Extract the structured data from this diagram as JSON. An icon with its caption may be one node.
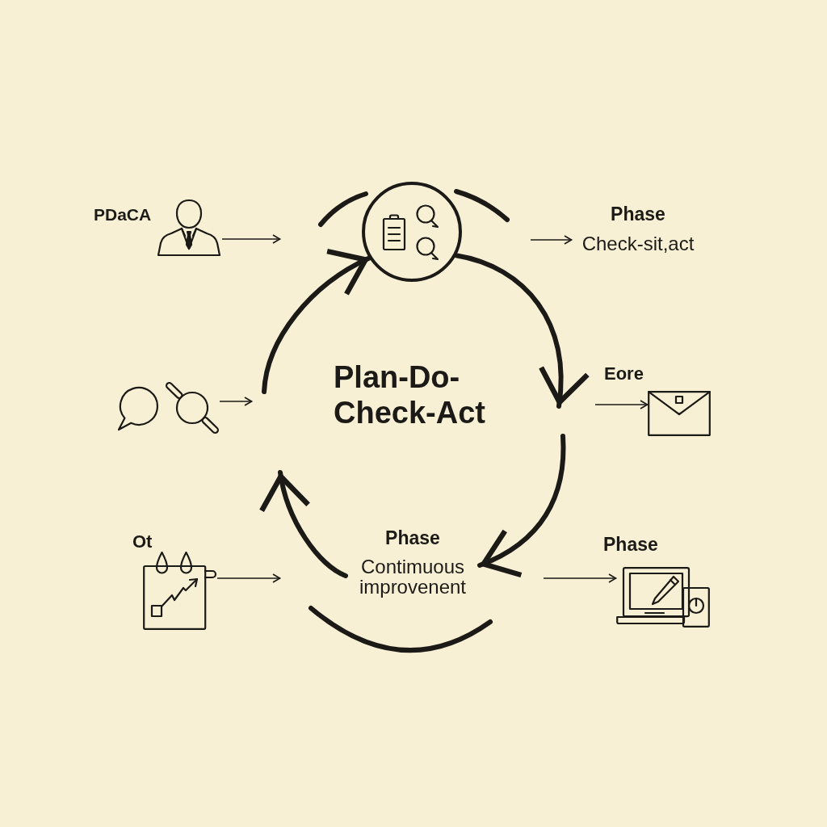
{
  "diagram": {
    "title": "Plan-Do- Check-Act",
    "nodes": [
      {
        "text": [],
        "shape": "person",
        "beside": [
          "PDaCA"
        ]
      },
      {
        "text": [],
        "shape": "circle"
      },
      {
        "text": [
          "Phase",
          "Check-sit,act"
        ]
      },
      {
        "text": [],
        "shape": "picture"
      },
      {
        "text": [],
        "shape": "picture",
        "beside": [
          "Eore"
        ]
      },
      {
        "text": [],
        "shape": "picture",
        "beside": [
          "Ot"
        ]
      },
      {
        "text": [
          "Phase",
          "Contimuous improvenent"
        ]
      },
      {
        "text": [],
        "shape": "picture",
        "beside": [
          "Phase"
        ]
      }
    ],
    "edges": [
      {
        "from": 0,
        "to": null,
        "arrow": "to"
      },
      {
        "from": null,
        "to": 2,
        "arrow": "to"
      },
      {
        "from": null,
        "to": 1,
        "arrow": "to",
        "style": "thick"
      },
      {
        "from": 1,
        "to": null,
        "arrow": "to",
        "style": "thick"
      },
      {
        "from": 3,
        "to": null,
        "arrow": "to"
      },
      {
        "from": null,
        "to": 4,
        "arrow": "to"
      },
      {
        "from": 6,
        "to": null,
        "arrow": "to",
        "style": "thick"
      },
      {
        "from": null,
        "to": 6,
        "arrow": "to",
        "style": "thick"
      },
      {
        "from": 5,
        "to": null,
        "arrow": "to"
      },
      {
        "from": null,
        "to": 7,
        "arrow": "to"
      }
    ]
  }
}
